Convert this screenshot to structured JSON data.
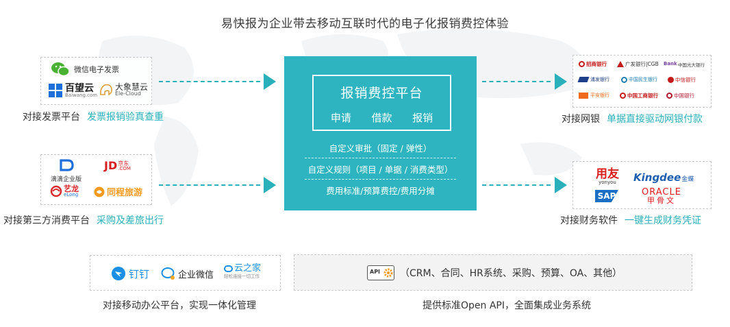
{
  "title": "易快报为企业带去移动互联时代的电子化报销费控体验",
  "center": {
    "title": "报销费控平台",
    "actions": [
      "申请",
      "借款",
      "报销"
    ],
    "features": [
      "自定义审批（固定 / 弹性）",
      "自定义规则（项目 / 单据 / 消费类型）",
      "费用标准/预算费控/费用分摊"
    ]
  },
  "invoice": {
    "label": "对接发票平台",
    "highlight": "发票报销验真查重",
    "logos": {
      "wechat": "微信电子发票",
      "baiwang": "百望云",
      "baiwang_sub": "Baiwang.com",
      "elephant": "大象慧云",
      "elephant_sub": "Ele-Cloud"
    }
  },
  "consumer": {
    "label": "对接第三方消费平台",
    "highlight": "采购及差旅出行",
    "logos": {
      "didi_sub": "滴滴企业版",
      "jd": "JD",
      "jd_cn": "京东",
      "jd_com": ".COM",
      "elong": "艺龙",
      "elong_sub": "eLong",
      "tongcheng": "同程旅游"
    }
  },
  "bank": {
    "label": "对接网银",
    "highlight": "单据直接驱动网银付款",
    "logos": [
      "招商银行",
      "广发银行|CGB",
      "Bank",
      "中国光大银行",
      "浦发银行",
      "中国民生银行",
      "中信银行",
      "平安银行",
      "中国工商银行",
      "中国银行"
    ]
  },
  "finance": {
    "label": "对接财务软件",
    "highlight": "一键生成财务凭证",
    "logos": {
      "yonyou": "用友",
      "yonyou_sub": "yonyou",
      "kingdee": "Kingdee",
      "kingdee_cn": "金蝶",
      "sap": "SAP",
      "oracle": "ORACLE",
      "oracle_cn": "甲骨文"
    }
  },
  "mobile": {
    "label": "对接移动办公平台，实现一体化管理",
    "logos": {
      "dingtalk": "钉钉",
      "wework": "企业微信",
      "yunzhijia": "云之家",
      "yunzhijia_sub": "轻松连接一切工作"
    }
  },
  "api": {
    "label": "提供标准Open API，全面集成业务系统",
    "badge": "API",
    "text": "（CRM、合同、HR系统、采购、预算、OA、其他）"
  },
  "colors": {
    "accent": "#2eb4c0",
    "dash": "#c9c9c9"
  }
}
